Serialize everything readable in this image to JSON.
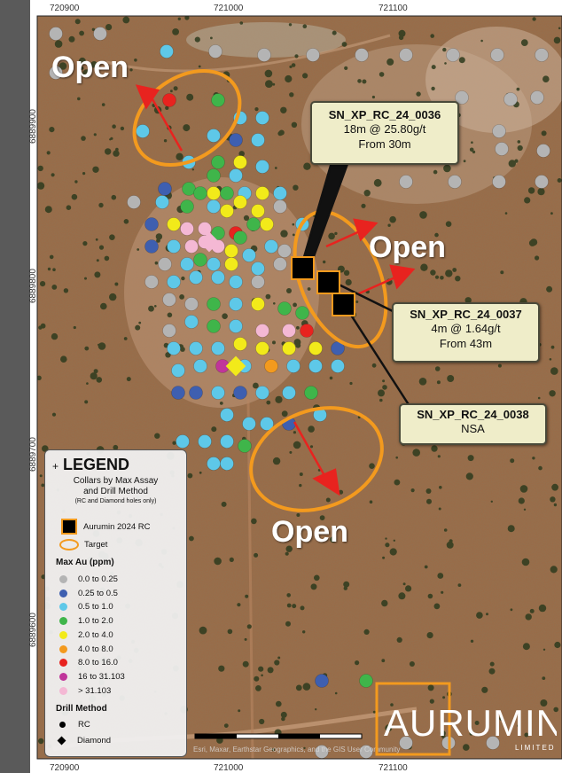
{
  "axes": {
    "top_labels": [
      "720900",
      "721000",
      "721100"
    ],
    "bottom_labels": [
      "720900",
      "721000",
      "721100"
    ],
    "left_labels": [
      "6889900",
      "6889800",
      "6889700",
      "6889600"
    ]
  },
  "open_labels": [
    "Open",
    "Open",
    "Open"
  ],
  "callouts": [
    {
      "title": "SN_XP_RC_24_0036",
      "line1": "18m @ 25.80g/t",
      "line2": "From 30m"
    },
    {
      "title": "SN_XP_RC_24_0037",
      "line1": "4m @ 1.64g/t",
      "line2": "From 43m"
    },
    {
      "title": "SN_XP_RC_24_0038",
      "line1": "NSA",
      "line2": ""
    }
  ],
  "legend": {
    "plus": "+",
    "title": "LEGEND",
    "subtitle1": "Collars by Max Assay",
    "subtitle2": "and Drill Method",
    "subtitle3": "(RC and Diamond holes only)",
    "aurumin_rc": "Aurumin 2024 RC",
    "target": "Target",
    "max_au_header": "Max Au (ppm)",
    "classes": [
      {
        "label": "0.0 to 0.25",
        "color": "#b4b4b4"
      },
      {
        "label": "0.25 to 0.5",
        "color": "#3e5fb0"
      },
      {
        "label": "0.5 to 1.0",
        "color": "#5ec8e8"
      },
      {
        "label": "1.0 to 2.0",
        "color": "#3fb54a"
      },
      {
        "label": "2.0 to 4.0",
        "color": "#f2ea1a"
      },
      {
        "label": "4.0 to 8.0",
        "color": "#f39a1e"
      },
      {
        "label": "8.0 to 16.0",
        "color": "#e8231f"
      },
      {
        "label": "16 to 31.103",
        "color": "#c0359a"
      },
      {
        "label": "> 31.103",
        "color": "#f4b8d4"
      }
    ],
    "drill_header": "Drill Method",
    "rc_label": "RC",
    "diamond_label": "Diamond"
  },
  "logo": {
    "name": "AURUMIN",
    "sub": "LIMITED"
  },
  "attribution": "Esri, Maxar, Earthstar Geographics, and the GIS User Community",
  "colors": {
    "target": "#f39a1e",
    "arrow": "#e8231f",
    "rc_fill": "#000000",
    "rc_outline": "#f39a1e"
  }
}
